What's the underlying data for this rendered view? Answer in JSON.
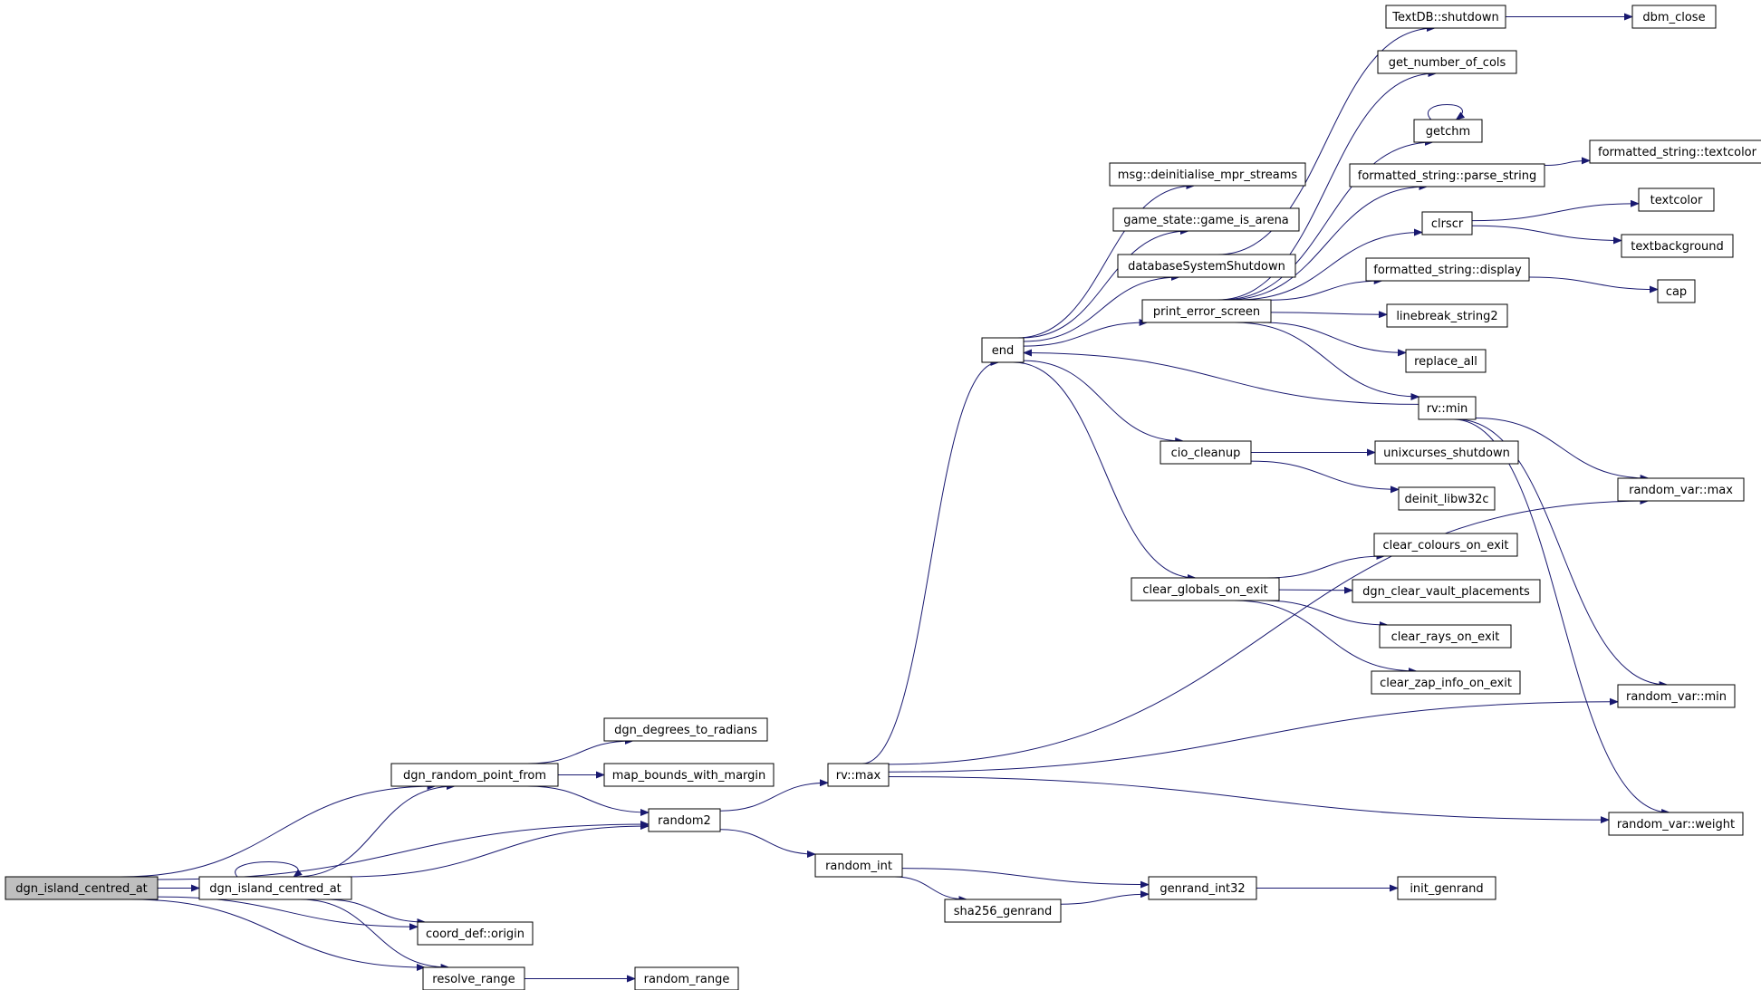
{
  "colors": {
    "edge": "#191970",
    "root_fill": "#bfbfbf",
    "node_fill": "#ffffff"
  },
  "nodes": [
    {
      "id": "n_dgn_island_root",
      "label": "dgn_island_centred_at",
      "root": true
    },
    {
      "id": "n_dgn_island",
      "label": "dgn_island_centred_at"
    },
    {
      "id": "n_random_point",
      "label": "dgn_random_point_from"
    },
    {
      "id": "n_degrees",
      "label": "dgn_degrees_to_radians"
    },
    {
      "id": "n_map_bounds",
      "label": "map_bounds_with_margin"
    },
    {
      "id": "n_random2",
      "label": "random2"
    },
    {
      "id": "n_coord_origin",
      "label": "coord_def::origin"
    },
    {
      "id": "n_resolve_range",
      "label": "resolve_range"
    },
    {
      "id": "n_random_range",
      "label": "random_range"
    },
    {
      "id": "n_rv_max",
      "label": "rv::max"
    },
    {
      "id": "n_random_int",
      "label": "random_int"
    },
    {
      "id": "n_sha256",
      "label": "sha256_genrand"
    },
    {
      "id": "n_genrand",
      "label": "genrand_int32"
    },
    {
      "id": "n_init_genrand",
      "label": "init_genrand"
    },
    {
      "id": "n_end",
      "label": "end"
    },
    {
      "id": "n_msg_deinit",
      "label": "msg::deinitialise_mpr_streams"
    },
    {
      "id": "n_game_arena",
      "label": "game_state::game_is_arena"
    },
    {
      "id": "n_db_shutdown",
      "label": "databaseSystemShutdown"
    },
    {
      "id": "n_print_error",
      "label": "print_error_screen"
    },
    {
      "id": "n_cio_cleanup",
      "label": "cio_cleanup"
    },
    {
      "id": "n_clear_globals",
      "label": "clear_globals_on_exit"
    },
    {
      "id": "n_textdb_shutdown",
      "label": "TextDB::shutdown"
    },
    {
      "id": "n_dbm_close",
      "label": "dbm_close"
    },
    {
      "id": "n_get_cols",
      "label": "get_number_of_cols"
    },
    {
      "id": "n_getchm",
      "label": "getchm"
    },
    {
      "id": "n_parse_string",
      "label": "formatted_string::parse_string"
    },
    {
      "id": "n_fs_textcolor",
      "label": "formatted_string::textcolor"
    },
    {
      "id": "n_clrscr",
      "label": "clrscr"
    },
    {
      "id": "n_textcolor",
      "label": "textcolor"
    },
    {
      "id": "n_textbackground",
      "label": "textbackground"
    },
    {
      "id": "n_fs_display",
      "label": "formatted_string::display"
    },
    {
      "id": "n_cap",
      "label": "cap"
    },
    {
      "id": "n_linebreak",
      "label": "linebreak_string2"
    },
    {
      "id": "n_replace_all",
      "label": "replace_all"
    },
    {
      "id": "n_rv_min",
      "label": "rv::min"
    },
    {
      "id": "n_unixcurses",
      "label": "unixcurses_shutdown"
    },
    {
      "id": "n_deinit_libw32c",
      "label": "deinit_libw32c"
    },
    {
      "id": "n_clear_colours",
      "label": "clear_colours_on_exit"
    },
    {
      "id": "n_clear_vault",
      "label": "dgn_clear_vault_placements"
    },
    {
      "id": "n_clear_rays",
      "label": "clear_rays_on_exit"
    },
    {
      "id": "n_clear_zap",
      "label": "clear_zap_info_on_exit"
    },
    {
      "id": "n_rvar_max",
      "label": "random_var::max"
    },
    {
      "id": "n_rvar_min",
      "label": "random_var::min"
    },
    {
      "id": "n_rvar_weight",
      "label": "random_var::weight"
    }
  ],
  "edges": [
    {
      "from": "n_dgn_island_root",
      "to": "n_random_point"
    },
    {
      "from": "n_dgn_island_root",
      "to": "n_random2"
    },
    {
      "from": "n_dgn_island_root",
      "to": "n_dgn_island"
    },
    {
      "from": "n_dgn_island_root",
      "to": "n_coord_origin"
    },
    {
      "from": "n_dgn_island_root",
      "to": "n_resolve_range"
    },
    {
      "from": "n_dgn_island",
      "to": "n_dgn_island"
    },
    {
      "from": "n_dgn_island",
      "to": "n_random_point"
    },
    {
      "from": "n_dgn_island",
      "to": "n_random2"
    },
    {
      "from": "n_dgn_island",
      "to": "n_coord_origin"
    },
    {
      "from": "n_dgn_island",
      "to": "n_resolve_range"
    },
    {
      "from": "n_random_point",
      "to": "n_degrees"
    },
    {
      "from": "n_random_point",
      "to": "n_map_bounds"
    },
    {
      "from": "n_random_point",
      "to": "n_random2"
    },
    {
      "from": "n_resolve_range",
      "to": "n_random_range"
    },
    {
      "from": "n_random2",
      "to": "n_rv_max"
    },
    {
      "from": "n_random2",
      "to": "n_random_int"
    },
    {
      "from": "n_random_int",
      "to": "n_genrand"
    },
    {
      "from": "n_random_int",
      "to": "n_sha256"
    },
    {
      "from": "n_sha256",
      "to": "n_genrand"
    },
    {
      "from": "n_genrand",
      "to": "n_init_genrand"
    },
    {
      "from": "n_rv_max",
      "to": "n_end"
    },
    {
      "from": "n_rv_max",
      "to": "n_rvar_max"
    },
    {
      "from": "n_rv_max",
      "to": "n_rvar_min"
    },
    {
      "from": "n_rv_max",
      "to": "n_rvar_weight"
    },
    {
      "from": "n_end",
      "to": "n_msg_deinit"
    },
    {
      "from": "n_end",
      "to": "n_game_arena"
    },
    {
      "from": "n_end",
      "to": "n_db_shutdown"
    },
    {
      "from": "n_end",
      "to": "n_print_error"
    },
    {
      "from": "n_end",
      "to": "n_cio_cleanup"
    },
    {
      "from": "n_end",
      "to": "n_clear_globals"
    },
    {
      "from": "n_db_shutdown",
      "to": "n_textdb_shutdown"
    },
    {
      "from": "n_textdb_shutdown",
      "to": "n_dbm_close"
    },
    {
      "from": "n_print_error",
      "to": "n_get_cols"
    },
    {
      "from": "n_print_error",
      "to": "n_getchm"
    },
    {
      "from": "n_print_error",
      "to": "n_parse_string"
    },
    {
      "from": "n_print_error",
      "to": "n_clrscr"
    },
    {
      "from": "n_print_error",
      "to": "n_fs_display"
    },
    {
      "from": "n_print_error",
      "to": "n_linebreak"
    },
    {
      "from": "n_print_error",
      "to": "n_replace_all"
    },
    {
      "from": "n_print_error",
      "to": "n_rv_min"
    },
    {
      "from": "n_getchm",
      "to": "n_getchm"
    },
    {
      "from": "n_parse_string",
      "to": "n_fs_textcolor"
    },
    {
      "from": "n_clrscr",
      "to": "n_textcolor"
    },
    {
      "from": "n_clrscr",
      "to": "n_textbackground"
    },
    {
      "from": "n_fs_display",
      "to": "n_cap"
    },
    {
      "from": "n_rv_min",
      "to": "n_end"
    },
    {
      "from": "n_rv_min",
      "to": "n_rvar_max"
    },
    {
      "from": "n_rv_min",
      "to": "n_rvar_min"
    },
    {
      "from": "n_rv_min",
      "to": "n_rvar_weight"
    },
    {
      "from": "n_cio_cleanup",
      "to": "n_unixcurses"
    },
    {
      "from": "n_cio_cleanup",
      "to": "n_deinit_libw32c"
    },
    {
      "from": "n_clear_globals",
      "to": "n_clear_colours"
    },
    {
      "from": "n_clear_globals",
      "to": "n_clear_vault"
    },
    {
      "from": "n_clear_globals",
      "to": "n_clear_rays"
    },
    {
      "from": "n_clear_globals",
      "to": "n_clear_zap"
    }
  ]
}
